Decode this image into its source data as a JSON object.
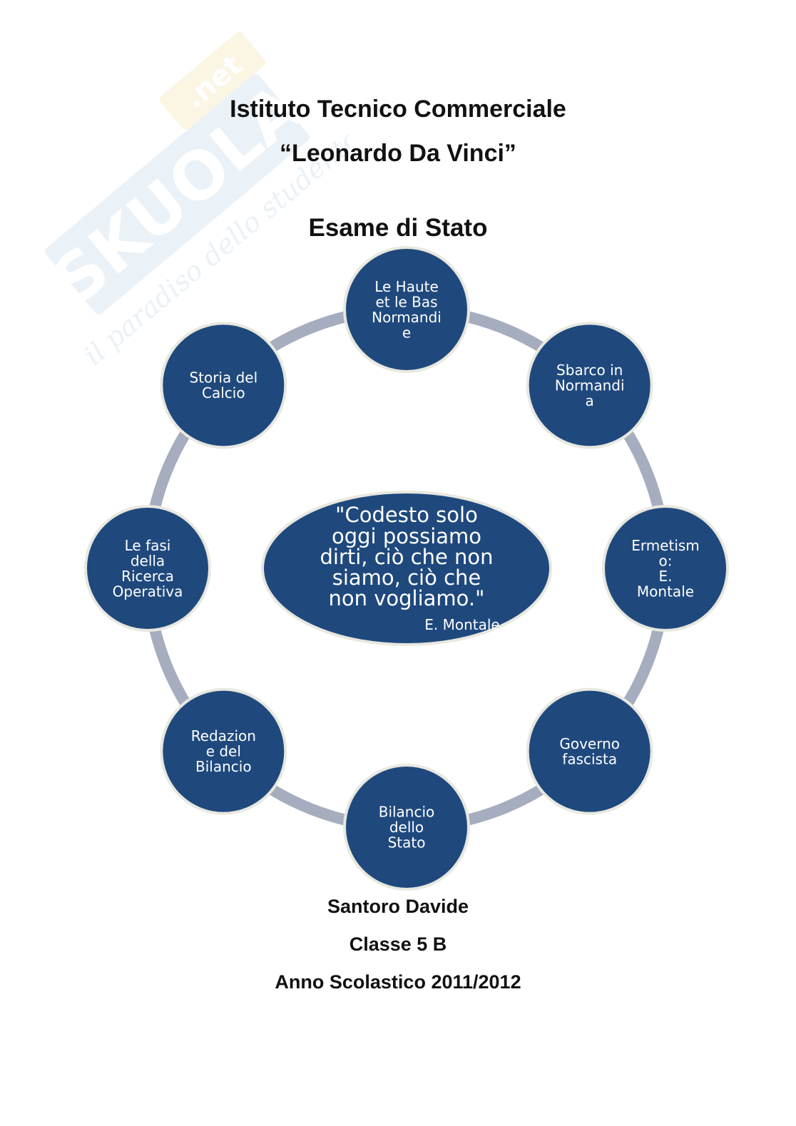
{
  "watermark": {
    "brand": "SKUOLA.net",
    "tagline": "il paradiso dello studente"
  },
  "header": {
    "school": "Istituto Tecnico Commerciale",
    "school_name": "“Leonardo Da Vinci”",
    "exam": "Esame di Stato"
  },
  "diagram": {
    "center": {
      "quote_lines": [
        "\"Codesto solo",
        "oggi possiamo",
        "dirti, ciò che non",
        "siamo, ciò che",
        "non vogliamo.\""
      ],
      "author": "E. Montale"
    },
    "nodes": [
      {
        "lines": [
          "Le Haute",
          "et le Bas",
          "Normandi",
          "e"
        ]
      },
      {
        "lines": [
          "Sbarco in",
          "Normandi",
          "a"
        ]
      },
      {
        "lines": [
          "Ermetism",
          "o:",
          "E.",
          "Montale"
        ]
      },
      {
        "lines": [
          "Governo",
          "fascista"
        ]
      },
      {
        "lines": [
          "Bilancio",
          "dello",
          "Stato"
        ]
      },
      {
        "lines": [
          "Redazion",
          "e del",
          "Bilancio"
        ]
      },
      {
        "lines": [
          "Le fasi",
          "della",
          "Ricerca",
          "Operativa"
        ]
      },
      {
        "lines": [
          "Storia del",
          "Calcio"
        ]
      }
    ],
    "colors": {
      "node_fill": "#1f497d",
      "node_border": "#e8e8e0",
      "ring": "#a6adbf"
    }
  },
  "footer": {
    "author": "Santoro Davide",
    "class": "Classe 5 B",
    "year": "Anno Scolastico 2011/2012"
  }
}
